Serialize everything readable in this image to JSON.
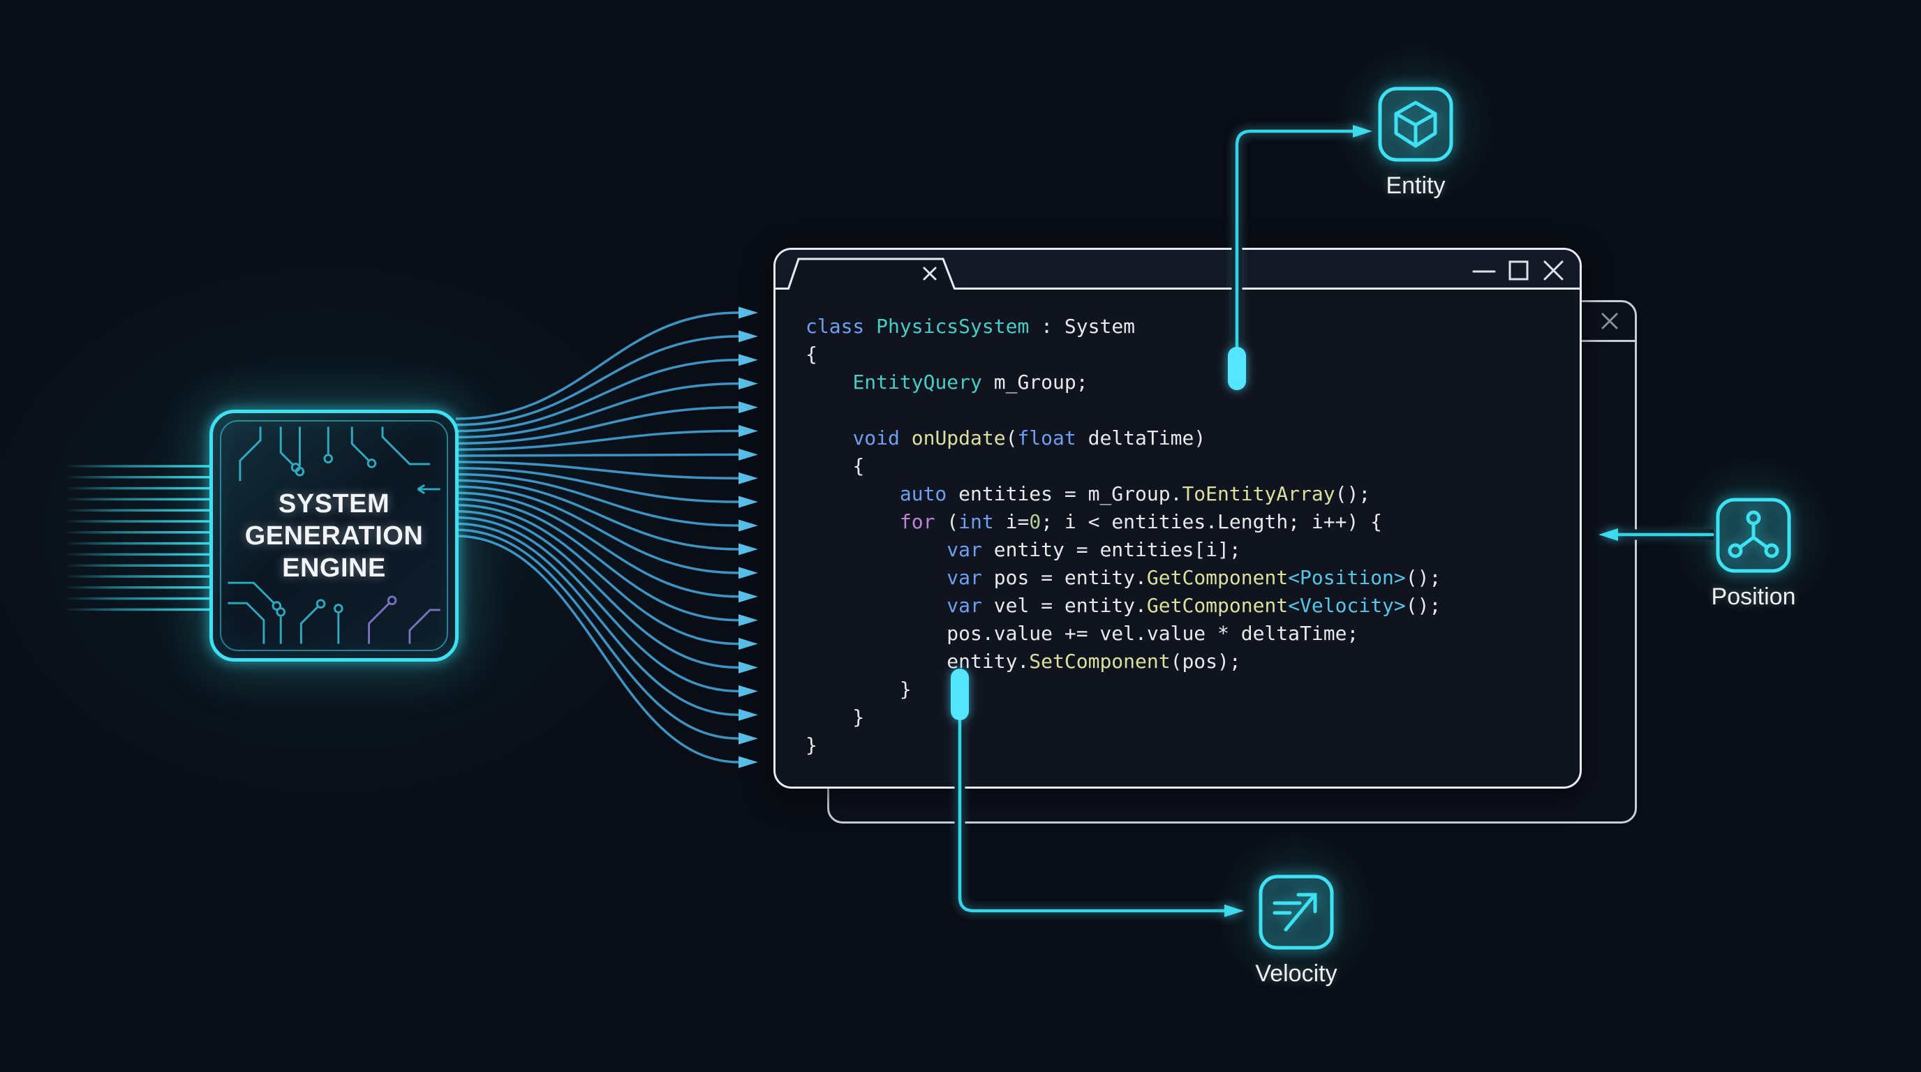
{
  "chip": {
    "title_lines": [
      "SYSTEM",
      "GENERATION",
      "ENGINE"
    ]
  },
  "code_window": {
    "tab": {
      "close_icon": "×"
    },
    "controls": {
      "minimize": "—",
      "maximize": "□",
      "close": "×"
    },
    "code_lines": [
      [
        {
          "t": "class",
          "c": "kw"
        },
        {
          "t": " ",
          "c": "p"
        },
        {
          "t": "PhysicsSystem",
          "c": "type"
        },
        {
          "t": " : System",
          "c": "p"
        }
      ],
      [
        {
          "t": "{",
          "c": "p"
        }
      ],
      [
        {
          "t": "    ",
          "c": "p"
        },
        {
          "t": "EntityQuery",
          "c": "type"
        },
        {
          "t": " m_Group;",
          "c": "p"
        }
      ],
      [],
      [
        {
          "t": "    ",
          "c": "p"
        },
        {
          "t": "void",
          "c": "kw"
        },
        {
          "t": " ",
          "c": "p"
        },
        {
          "t": "onUpdate",
          "c": "fn"
        },
        {
          "t": "(",
          "c": "p"
        },
        {
          "t": "float",
          "c": "kw"
        },
        {
          "t": " deltaTime)",
          "c": "p"
        }
      ],
      [
        {
          "t": "    {",
          "c": "p"
        }
      ],
      [
        {
          "t": "        ",
          "c": "p"
        },
        {
          "t": "auto",
          "c": "kw"
        },
        {
          "t": " entities = m_Group.",
          "c": "p"
        },
        {
          "t": "ToEntityArray",
          "c": "fn"
        },
        {
          "t": "();",
          "c": "p"
        }
      ],
      [
        {
          "t": "        ",
          "c": "p"
        },
        {
          "t": "for",
          "c": "ctrl"
        },
        {
          "t": " (",
          "c": "p"
        },
        {
          "t": "int",
          "c": "kw"
        },
        {
          "t": " i=",
          "c": "p"
        },
        {
          "t": "0",
          "c": "num"
        },
        {
          "t": "; i < entities.Length; i++) {",
          "c": "p"
        }
      ],
      [
        {
          "t": "            ",
          "c": "p"
        },
        {
          "t": "var",
          "c": "kw"
        },
        {
          "t": " entity = entities[i];",
          "c": "p"
        }
      ],
      [
        {
          "t": "            ",
          "c": "p"
        },
        {
          "t": "var",
          "c": "kw"
        },
        {
          "t": " pos = entity.",
          "c": "p"
        },
        {
          "t": "GetComponent",
          "c": "fn"
        },
        {
          "t": "<Position>",
          "c": "gen"
        },
        {
          "t": "();",
          "c": "p"
        }
      ],
      [
        {
          "t": "            ",
          "c": "p"
        },
        {
          "t": "var",
          "c": "kw"
        },
        {
          "t": " vel = entity.",
          "c": "p"
        },
        {
          "t": "GetComponent",
          "c": "fn"
        },
        {
          "t": "<Velocity>",
          "c": "gen"
        },
        {
          "t": "();",
          "c": "p"
        }
      ],
      [
        {
          "t": "            pos.value += vel.value * deltaTime;",
          "c": "p"
        }
      ],
      [
        {
          "t": "            entity.",
          "c": "p"
        },
        {
          "t": "SetComponent",
          "c": "fn"
        },
        {
          "t": "(pos);",
          "c": "p"
        }
      ],
      [
        {
          "t": "        }",
          "c": "p"
        }
      ],
      [
        {
          "t": "    }",
          "c": "p"
        }
      ],
      [
        {
          "t": "}",
          "c": "p"
        }
      ]
    ]
  },
  "background_window": {
    "close_icon": "×"
  },
  "nodes": [
    {
      "id": "entity",
      "label": "Entity",
      "icon": "cube-icon"
    },
    {
      "id": "position",
      "label": "Position",
      "icon": "axes-icon"
    },
    {
      "id": "velocity",
      "label": "Velocity",
      "icon": "motion-arrow-icon"
    }
  ],
  "colors": {
    "background": "#090d15",
    "accent_cyan": "#3ee1f2",
    "connector_cyan": "#35d3e6",
    "pill_cyan": "#55e6ff",
    "fan_arrow_blue": "#429fd2",
    "window_border": "#e8ebef",
    "bg_window_border": "#c7cdd5",
    "code_text": "#e8e9ea",
    "code_keyword": "#6f9ff0",
    "code_type": "#48cdc6",
    "code_function": "#dbe09c",
    "code_control": "#bd84da",
    "code_number": "#b3d195",
    "code_generic": "#54c6e8"
  }
}
